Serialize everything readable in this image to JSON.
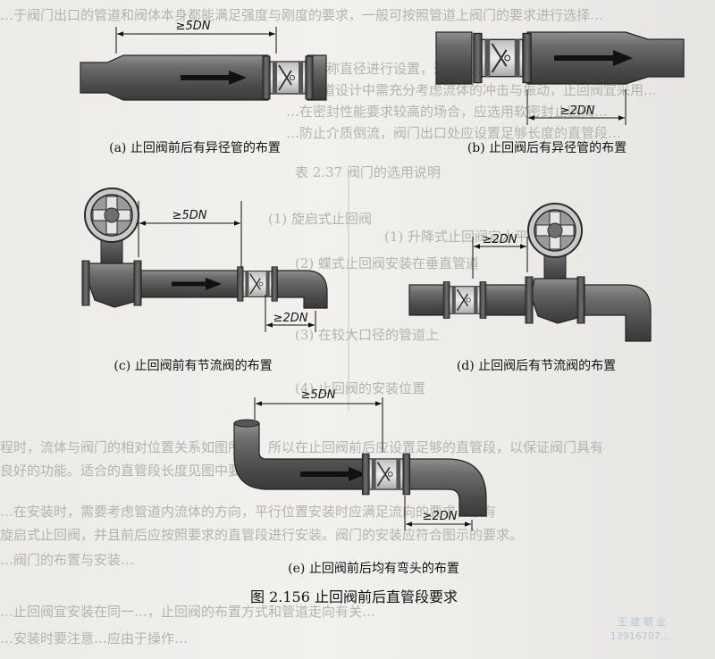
{
  "figure": {
    "caption": "图 2.156   止回阀前后直管段要求",
    "panels": [
      {
        "id": "a",
        "caption": "(a) 止回阀前后有异径管的布置",
        "dims": [
          "≥5DN"
        ]
      },
      {
        "id": "b",
        "caption": "(b) 止回阀后有异径管的布置",
        "dims": [
          "≥2DN"
        ]
      },
      {
        "id": "c",
        "caption": "(c) 止回阀前有节流阀的布置",
        "dims": [
          "≥5DN",
          "≥2DN"
        ]
      },
      {
        "id": "d",
        "caption": "(d) 止回阀后有节流阀的布置",
        "dims": [
          "≥2DN"
        ]
      },
      {
        "id": "e",
        "caption": "(e) 止回阀前后均有弯头的布置",
        "dims": [
          "≥5DN",
          "≥2DN"
        ]
      }
    ]
  },
  "watermark": {
    "line1": "王 建 钢 业",
    "line2": "13916707..."
  }
}
